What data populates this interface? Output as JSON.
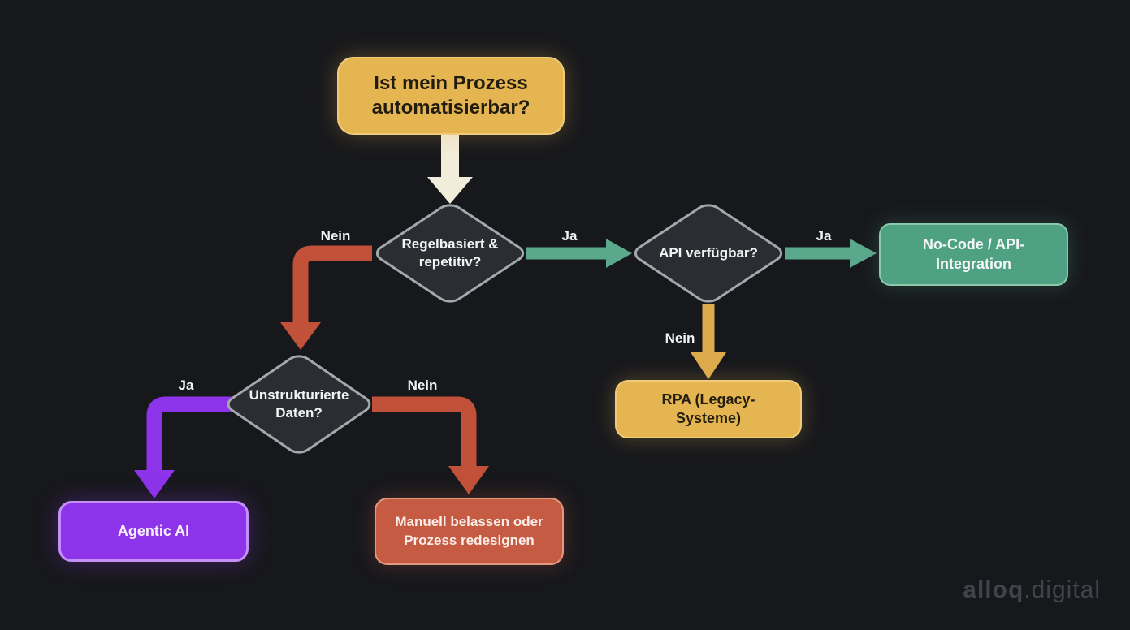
{
  "palette": {
    "background": "#17181c",
    "yellow": "#e4b551",
    "yellow_border": "#f0cc7a",
    "green": "#4fa184",
    "green_border": "#8bc9ac",
    "green_arrow": "#5ba98d",
    "red": "#c65b43",
    "red_border": "#e59880",
    "red_arrow": "#c25139",
    "purple": "#8d33e9",
    "purple_border": "#c490f8",
    "purple_arrow": "#8d33e9",
    "cream_arrow": "#f2ecda",
    "yellow_arrow": "#dcab4c",
    "diamond_fill": "#2b2d32",
    "diamond_border": "#a3a8ad",
    "dark_text": "#221c10",
    "light_text": "#f2f3f4",
    "watermark_color": "#3f444b"
  },
  "nodes": {
    "start": {
      "label": "Ist mein Prozess automatisierbar?"
    },
    "decision_rule_based": {
      "label": "Regelbasiert & repetitiv?"
    },
    "decision_api": {
      "label": "API verfügbar?"
    },
    "decision_unstructured": {
      "label": "Unstrukturierte Daten?"
    },
    "no_code": {
      "label": "No-Code / API-Integration"
    },
    "rpa": {
      "label": "RPA (Legacy-Systeme)"
    },
    "agentic_ai": {
      "label": "Agentic AI"
    },
    "manual": {
      "label": "Manuell belassen oder Prozess redesignen"
    }
  },
  "edge_labels": {
    "rule_nein": "Nein",
    "rule_ja": "Ja",
    "api_ja": "Ja",
    "api_nein": "Nein",
    "unstructured_ja": "Ja",
    "unstructured_nein": "Nein"
  },
  "watermark": {
    "bold": "alloq",
    "light": ".digital"
  }
}
